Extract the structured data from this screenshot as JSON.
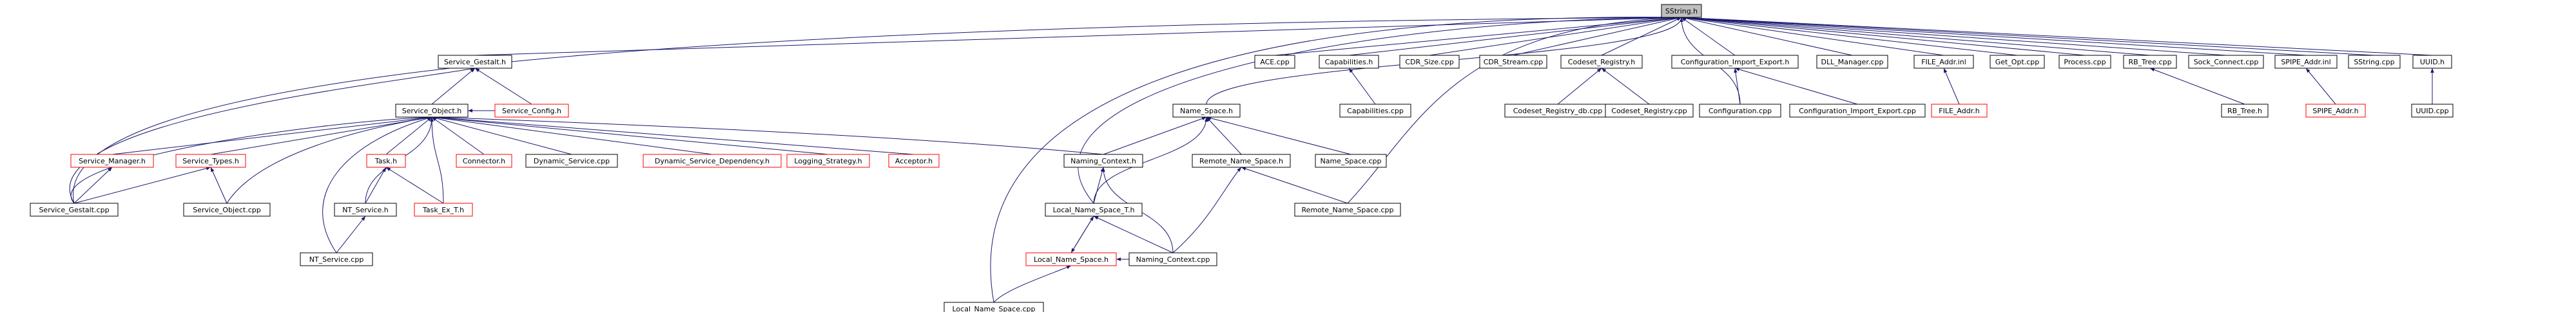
{
  "diagram": {
    "type": "include-dependency-graph",
    "colors": {
      "edge": "#191970",
      "node_border_default": "#000000",
      "node_border_undocumented": "#ff0000",
      "root_fill": "#bfbfbf",
      "node_fill": "#ffffff"
    },
    "nodes": [
      {
        "id": "sstring_h",
        "label": "SString.h",
        "root": true
      },
      {
        "id": "service_gestalt_h",
        "label": "Service_Gestalt.h"
      },
      {
        "id": "ace_cpp",
        "label": "ACE.cpp"
      },
      {
        "id": "capabilities_h",
        "label": "Capabilities.h"
      },
      {
        "id": "cdr_size_cpp",
        "label": "CDR_Size.cpp"
      },
      {
        "id": "cdr_stream_cpp",
        "label": "CDR_Stream.cpp"
      },
      {
        "id": "codeset_registry_h",
        "label": "Codeset_Registry.h"
      },
      {
        "id": "configuration_import_export_h",
        "label": "Configuration_Import_Export.h"
      },
      {
        "id": "dll_manager_cpp",
        "label": "DLL_Manager.cpp"
      },
      {
        "id": "file_addr_inl",
        "label": "FILE_Addr.inl"
      },
      {
        "id": "get_opt_cpp",
        "label": "Get_Opt.cpp"
      },
      {
        "id": "process_cpp",
        "label": "Process.cpp"
      },
      {
        "id": "rb_tree_cpp",
        "label": "RB_Tree.cpp"
      },
      {
        "id": "sock_connect_cpp",
        "label": "Sock_Connect.cpp"
      },
      {
        "id": "spipe_addr_inl",
        "label": "SPIPE_Addr.inl"
      },
      {
        "id": "sstring_cpp",
        "label": "SString.cpp"
      },
      {
        "id": "uuid_h",
        "label": "UUID.h"
      },
      {
        "id": "service_object_h",
        "label": "Service_Object.h"
      },
      {
        "id": "service_config_h",
        "label": "Service_Config.h",
        "undocumented": true
      },
      {
        "id": "name_space_h",
        "label": "Name_Space.h"
      },
      {
        "id": "capabilities_cpp",
        "label": "Capabilities.cpp"
      },
      {
        "id": "codeset_registry_db_cpp",
        "label": "Codeset_Registry_db.cpp"
      },
      {
        "id": "codeset_registry_cpp",
        "label": "Codeset_Registry.cpp"
      },
      {
        "id": "configuration_cpp",
        "label": "Configuration.cpp"
      },
      {
        "id": "configuration_import_export_cpp",
        "label": "Configuration_Import_Export.cpp"
      },
      {
        "id": "file_addr_h",
        "label": "FILE_Addr.h",
        "undocumented": true
      },
      {
        "id": "rb_tree_h",
        "label": "RB_Tree.h"
      },
      {
        "id": "spipe_addr_h",
        "label": "SPIPE_Addr.h",
        "undocumented": true
      },
      {
        "id": "uuid_cpp",
        "label": "UUID.cpp"
      },
      {
        "id": "service_manager_h",
        "label": "Service_Manager.h",
        "undocumented": true
      },
      {
        "id": "service_types_h",
        "label": "Service_Types.h",
        "undocumented": true
      },
      {
        "id": "task_h",
        "label": "Task.h",
        "undocumented": true
      },
      {
        "id": "connector_h",
        "label": "Connector.h",
        "undocumented": true
      },
      {
        "id": "dynamic_service_cpp",
        "label": "Dynamic_Service.cpp"
      },
      {
        "id": "dynamic_service_dependency_h",
        "label": "Dynamic_Service_Dependency.h",
        "undocumented": true
      },
      {
        "id": "logging_strategy_h",
        "label": "Logging_Strategy.h",
        "undocumented": true
      },
      {
        "id": "acceptor_h",
        "label": "Acceptor.h",
        "undocumented": true
      },
      {
        "id": "naming_context_h",
        "label": "Naming_Context.h"
      },
      {
        "id": "remote_name_space_h",
        "label": "Remote_Name_Space.h"
      },
      {
        "id": "name_space_cpp",
        "label": "Name_Space.cpp"
      },
      {
        "id": "service_gestalt_cpp",
        "label": "Service_Gestalt.cpp"
      },
      {
        "id": "service_object_cpp",
        "label": "Service_Object.cpp"
      },
      {
        "id": "nt_service_h",
        "label": "NT_Service.h"
      },
      {
        "id": "task_ex_t_h",
        "label": "Task_Ex_T.h",
        "undocumented": true
      },
      {
        "id": "local_name_space_t_h",
        "label": "Local_Name_Space_T.h"
      },
      {
        "id": "remote_name_space_cpp",
        "label": "Remote_Name_Space.cpp"
      },
      {
        "id": "nt_service_cpp",
        "label": "NT_Service.cpp"
      },
      {
        "id": "local_name_space_h",
        "label": "Local_Name_Space.h",
        "undocumented": true
      },
      {
        "id": "naming_context_cpp",
        "label": "Naming_Context.cpp"
      },
      {
        "id": "local_name_space_cpp",
        "label": "Local_Name_Space.cpp"
      }
    ],
    "edges": [
      [
        "service_gestalt_h",
        "sstring_h"
      ],
      [
        "ace_cpp",
        "sstring_h"
      ],
      [
        "capabilities_h",
        "sstring_h"
      ],
      [
        "cdr_size_cpp",
        "sstring_h"
      ],
      [
        "cdr_stream_cpp",
        "sstring_h"
      ],
      [
        "codeset_registry_h",
        "sstring_h"
      ],
      [
        "configuration_import_export_h",
        "sstring_h"
      ],
      [
        "dll_manager_cpp",
        "sstring_h"
      ],
      [
        "file_addr_inl",
        "sstring_h"
      ],
      [
        "get_opt_cpp",
        "sstring_h"
      ],
      [
        "process_cpp",
        "sstring_h"
      ],
      [
        "rb_tree_cpp",
        "sstring_h"
      ],
      [
        "sock_connect_cpp",
        "sstring_h"
      ],
      [
        "spipe_addr_inl",
        "sstring_h"
      ],
      [
        "sstring_cpp",
        "sstring_h"
      ],
      [
        "uuid_h",
        "sstring_h"
      ],
      [
        "name_space_h",
        "sstring_h"
      ],
      [
        "configuration_cpp",
        "sstring_h"
      ],
      [
        "service_gestalt_cpp",
        "sstring_h"
      ],
      [
        "local_name_space_cpp",
        "sstring_h"
      ],
      [
        "remote_name_space_cpp",
        "sstring_h"
      ],
      [
        "local_name_space_t_h",
        "sstring_h"
      ],
      [
        "service_object_h",
        "service_gestalt_h"
      ],
      [
        "service_config_h",
        "service_gestalt_h"
      ],
      [
        "service_gestalt_cpp",
        "service_gestalt_h"
      ],
      [
        "capabilities_cpp",
        "capabilities_h"
      ],
      [
        "codeset_registry_db_cpp",
        "codeset_registry_h"
      ],
      [
        "codeset_registry_cpp",
        "codeset_registry_h"
      ],
      [
        "configuration_cpp",
        "configuration_import_export_h"
      ],
      [
        "configuration_import_export_cpp",
        "configuration_import_export_h"
      ],
      [
        "file_addr_h",
        "file_addr_inl"
      ],
      [
        "rb_tree_h",
        "rb_tree_cpp"
      ],
      [
        "spipe_addr_h",
        "spipe_addr_inl"
      ],
      [
        "uuid_cpp",
        "uuid_h"
      ],
      [
        "service_config_h",
        "service_object_h"
      ],
      [
        "service_manager_h",
        "service_object_h"
      ],
      [
        "service_types_h",
        "service_object_h"
      ],
      [
        "task_h",
        "service_object_h"
      ],
      [
        "connector_h",
        "service_object_h"
      ],
      [
        "dynamic_service_cpp",
        "service_object_h"
      ],
      [
        "dynamic_service_dependency_h",
        "service_object_h"
      ],
      [
        "logging_strategy_h",
        "service_object_h"
      ],
      [
        "acceptor_h",
        "service_object_h"
      ],
      [
        "naming_context_h",
        "service_object_h"
      ],
      [
        "service_gestalt_cpp",
        "service_object_h"
      ],
      [
        "service_object_cpp",
        "service_object_h"
      ],
      [
        "nt_service_h",
        "service_object_h"
      ],
      [
        "nt_service_cpp",
        "service_object_h"
      ],
      [
        "task_ex_t_h",
        "service_object_h"
      ],
      [
        "naming_context_h",
        "name_space_h"
      ],
      [
        "remote_name_space_h",
        "name_space_h"
      ],
      [
        "name_space_cpp",
        "name_space_h"
      ],
      [
        "local_name_space_t_h",
        "name_space_h"
      ],
      [
        "service_gestalt_cpp",
        "service_manager_h"
      ],
      [
        "service_gestalt_cpp",
        "service_types_h"
      ],
      [
        "service_object_cpp",
        "service_types_h"
      ],
      [
        "nt_service_h",
        "task_h"
      ],
      [
        "task_ex_t_h",
        "task_h"
      ],
      [
        "local_name_space_t_h",
        "naming_context_h"
      ],
      [
        "naming_context_cpp",
        "naming_context_h"
      ],
      [
        "remote_name_space_cpp",
        "remote_name_space_h"
      ],
      [
        "naming_context_cpp",
        "remote_name_space_h"
      ],
      [
        "nt_service_cpp",
        "nt_service_h"
      ],
      [
        "local_name_space_h",
        "local_name_space_t_h"
      ],
      [
        "naming_context_cpp",
        "local_name_space_t_h"
      ],
      [
        "local_name_space_t_h",
        "local_name_space_h"
      ],
      [
        "naming_context_cpp",
        "local_name_space_h"
      ],
      [
        "local_name_space_cpp",
        "local_name_space_h"
      ]
    ]
  }
}
